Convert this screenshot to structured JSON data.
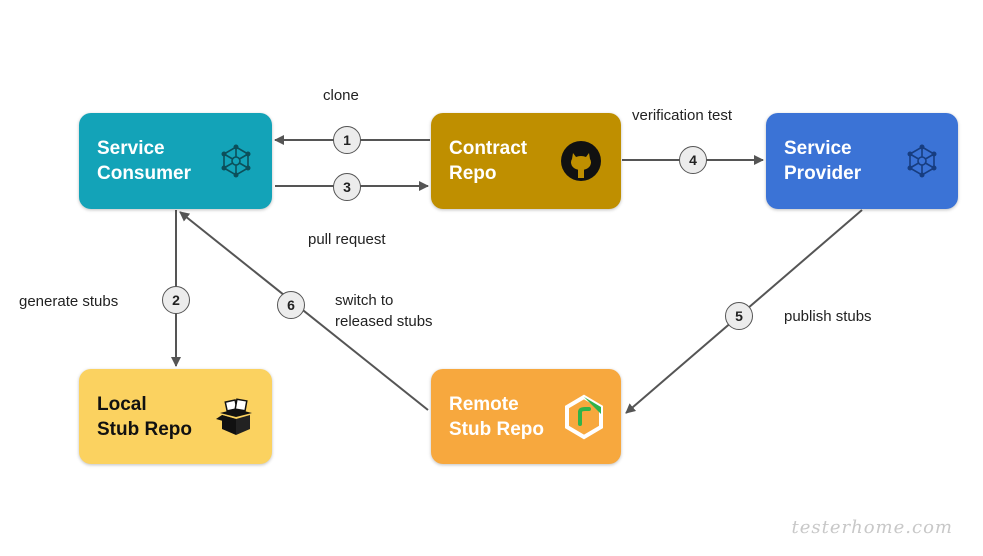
{
  "colors": {
    "consumer": "#13a3b8",
    "contract": "#bf8f00",
    "provider": "#3b73d6",
    "local": "#fbd260",
    "remote": "#f7a83e",
    "arrow": "#555555"
  },
  "nodes": {
    "service_consumer": {
      "label": "Service\nConsumer",
      "icon": "network-icon"
    },
    "contract_repo": {
      "label": "Contract\nRepo",
      "icon": "github-icon"
    },
    "service_provider": {
      "label": "Service\nProvider",
      "icon": "network-icon"
    },
    "local_stub_repo": {
      "label": "Local\nStub Repo",
      "icon": "box-icon"
    },
    "remote_stub_repo": {
      "label": "Remote\nStub Repo",
      "icon": "repository-hexagon-icon"
    }
  },
  "edges": {
    "clone": {
      "step": "1",
      "label": "clone"
    },
    "generate_stubs": {
      "step": "2",
      "label": "generate stubs"
    },
    "pull_request": {
      "step": "3",
      "label": "pull request"
    },
    "verification_test": {
      "step": "4",
      "label": "verification test"
    },
    "publish_stubs": {
      "step": "5",
      "label": "publish stubs"
    },
    "switch_stubs": {
      "step": "6",
      "label": "switch to\nreleased stubs"
    }
  },
  "watermark": "testerhome.com"
}
